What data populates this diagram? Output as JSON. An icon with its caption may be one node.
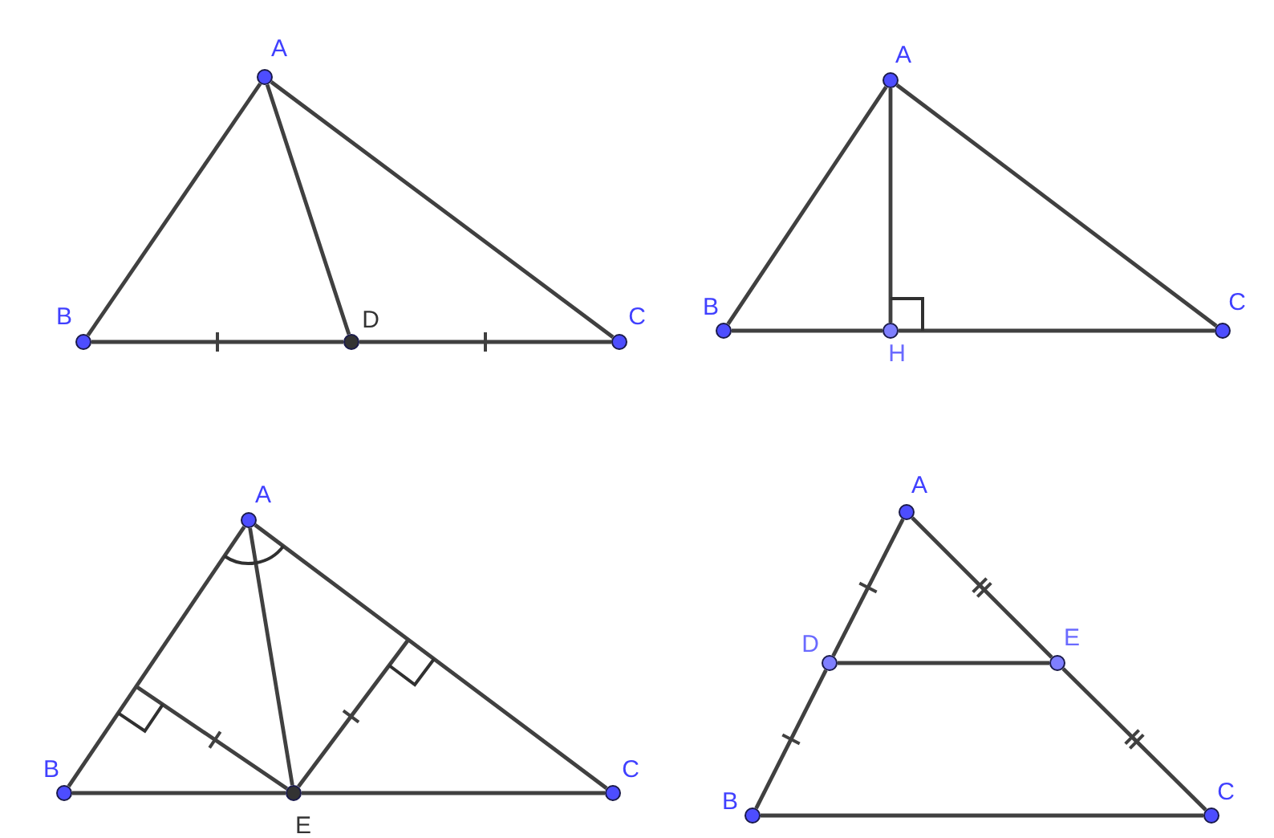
{
  "diagram": {
    "nodes": [
      {
        "text": [
          "A"
        ]
      },
      {
        "text": [
          "B"
        ]
      },
      {
        "text": [
          "D"
        ]
      },
      {
        "text": [
          "C"
        ]
      },
      {
        "text": [
          "A"
        ]
      },
      {
        "text": [
          "B"
        ]
      },
      {
        "text": [
          "H"
        ]
      },
      {
        "text": [
          "C"
        ]
      },
      {
        "text": [
          "A"
        ]
      },
      {
        "text": [
          "B"
        ]
      },
      {
        "text": [
          "E"
        ]
      },
      {
        "text": [
          "C"
        ]
      },
      {
        "text": [
          "A"
        ]
      },
      {
        "text": [
          "D"
        ]
      },
      {
        "text": [
          "E"
        ]
      },
      {
        "text": [
          "B"
        ]
      },
      {
        "text": [
          "C"
        ]
      }
    ],
    "edges": [
      {
        "from": 0,
        "to": 1,
        "arrow": "none"
      },
      {
        "from": 0,
        "to": 3,
        "arrow": "none"
      },
      {
        "from": 0,
        "to": 2,
        "arrow": "none"
      },
      {
        "from": 1,
        "to": 2,
        "arrow": "none"
      },
      {
        "from": 2,
        "to": 3,
        "arrow": "none"
      },
      {
        "from": 4,
        "to": 5,
        "arrow": "none"
      },
      {
        "from": 4,
        "to": 7,
        "arrow": "none"
      },
      {
        "from": 4,
        "to": 6,
        "arrow": "none"
      },
      {
        "from": 5,
        "to": 6,
        "arrow": "none"
      },
      {
        "from": 6,
        "to": 7,
        "arrow": "none"
      },
      {
        "from": 8,
        "to": 9,
        "arrow": "none"
      },
      {
        "from": 8,
        "to": 11,
        "arrow": "none"
      },
      {
        "from": 8,
        "to": 10,
        "arrow": "none"
      },
      {
        "from": 9,
        "to": 10,
        "arrow": "none"
      },
      {
        "from": 10,
        "to": 11,
        "arrow": "none"
      },
      {
        "from": 10,
        "to": null,
        "arrow": "none"
      },
      {
        "from": 10,
        "to": null,
        "arrow": "none"
      },
      {
        "from": 12,
        "to": 13,
        "arrow": "none"
      },
      {
        "from": 13,
        "to": 15,
        "arrow": "none"
      },
      {
        "from": 12,
        "to": 14,
        "arrow": "none"
      },
      {
        "from": 14,
        "to": 16,
        "arrow": "none"
      },
      {
        "from": 13,
        "to": 14,
        "arrow": "none"
      },
      {
        "from": 15,
        "to": 16,
        "arrow": "none"
      }
    ]
  }
}
